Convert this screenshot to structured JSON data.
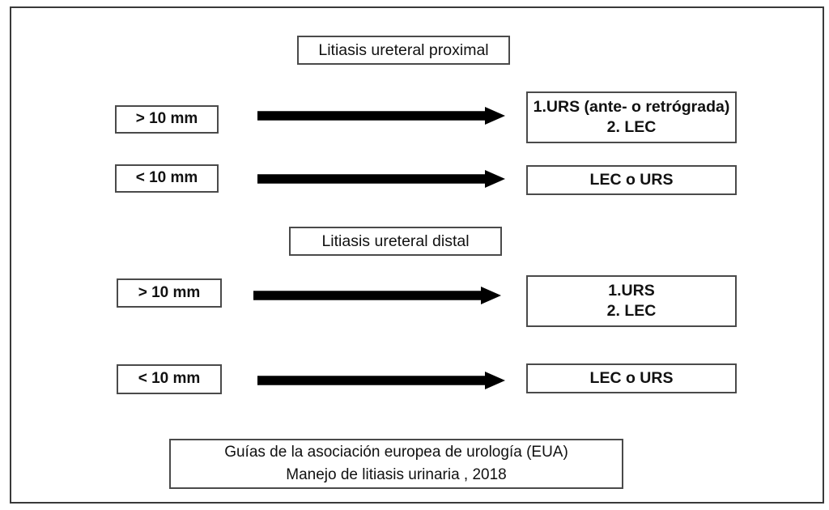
{
  "diagram": {
    "title_section_1": "Litiasis ureteral proximal",
    "title_section_2": "Litiasis ureteral distal",
    "arrow_icon_name": "right-arrow-icon",
    "sections": [
      {
        "heading": "Litiasis ureteral proximal",
        "rows": [
          {
            "condition": "> 10 mm",
            "result_lines": [
              "1.URS (ante- o retrógrada)",
              "2. LEC"
            ]
          },
          {
            "condition": "< 10 mm",
            "result_lines": [
              "LEC o URS"
            ]
          }
        ]
      },
      {
        "heading": "Litiasis ureteral distal",
        "rows": [
          {
            "condition": "> 10 mm",
            "result_lines": [
              "1.URS",
              "2. LEC"
            ]
          },
          {
            "condition": "< 10 mm",
            "result_lines": [
              "LEC o URS"
            ]
          }
        ]
      }
    ],
    "footer_lines": [
      "Guías de la asociación europea de urología (EUA)",
      "Manejo de litiasis urinaria , 2018"
    ],
    "colors": {
      "background": "#ffffff",
      "text": "#111111",
      "box_border": "#4a4a4a",
      "frame_border": "#3a3a3a",
      "arrow": "#000000"
    }
  }
}
